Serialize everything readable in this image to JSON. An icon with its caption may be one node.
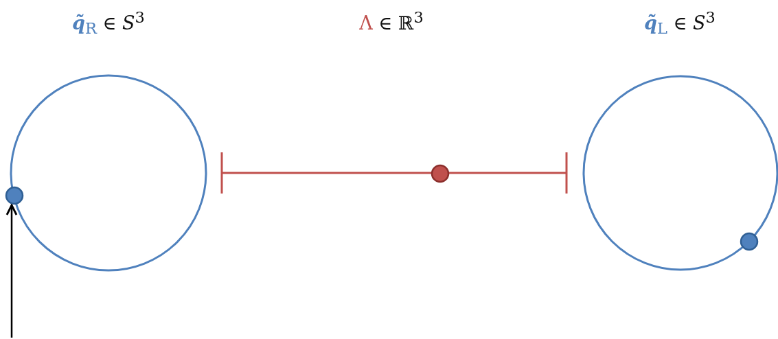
{
  "diagram": {
    "nodes": [
      {
        "text": [
          "**q̃**$_{R}$ ∈ *S*$^{3}$"
        ]
      },
      {
        "text": [
          "Λ ∈ ℝ$^{3}$"
        ]
      },
      {
        "text": [
          "**q̃**$_{L}$ ∈ *S*$^{3}$"
        ]
      },
      {
        "text": [],
        "shape": "circle"
      },
      {
        "text": [],
        "shape": "circle",
        "in": 1
      },
      {
        "text": [],
        "shape": "circle"
      }
    ],
    "edges": [
      {
        "from": null,
        "to": 3,
        "arrow": "to"
      }
    ]
  }
}
